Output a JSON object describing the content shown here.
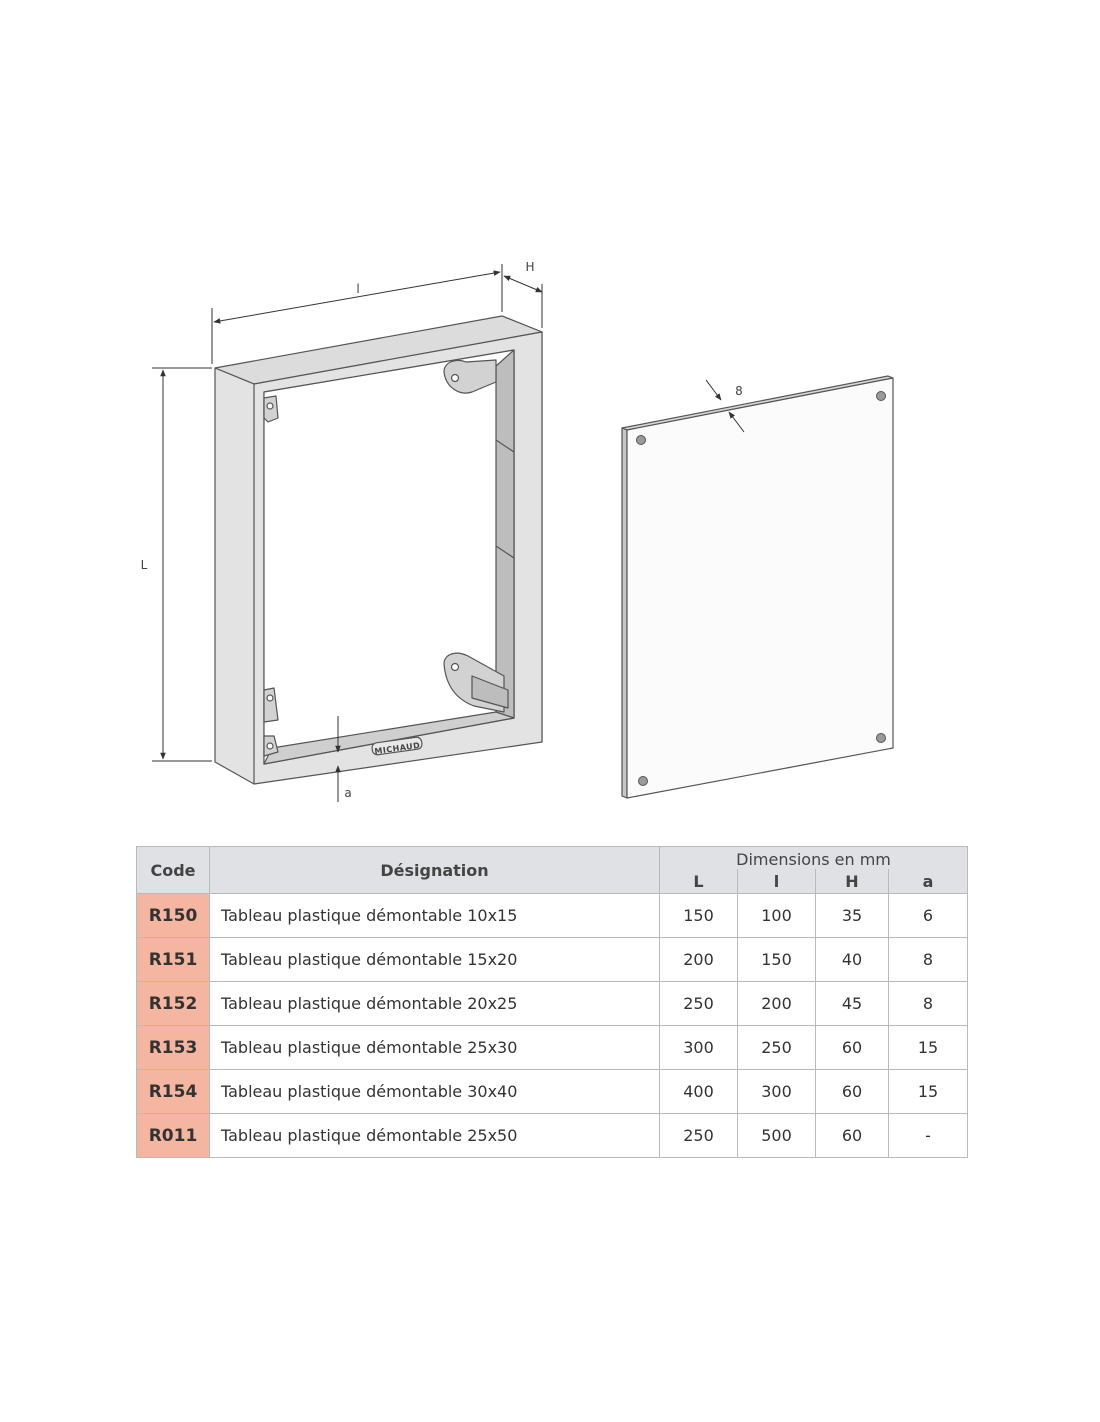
{
  "figure": {
    "frame_labels": {
      "width": "l",
      "depth": "H",
      "length": "L",
      "lip": "a"
    },
    "brand_mark": "MICHAUD",
    "panel_labels": {
      "thickness": "8"
    }
  },
  "table": {
    "headers": {
      "code": "Code",
      "designation": "Désignation",
      "dimensions": "Dimensions en mm",
      "L": "L",
      "l": "l",
      "H": "H",
      "a": "a"
    },
    "rows": [
      {
        "code": "R150",
        "designation": "Tableau plastique démontable 10x15",
        "L": "150",
        "l": "100",
        "H": "35",
        "a": "6"
      },
      {
        "code": "R151",
        "designation": "Tableau plastique démontable 15x20",
        "L": "200",
        "l": "150",
        "H": "40",
        "a": "8"
      },
      {
        "code": "R152",
        "designation": "Tableau plastique démontable 20x25",
        "L": "250",
        "l": "200",
        "H": "45",
        "a": "8"
      },
      {
        "code": "R153",
        "designation": "Tableau plastique démontable 25x30",
        "L": "300",
        "l": "250",
        "H": "60",
        "a": "15"
      },
      {
        "code": "R154",
        "designation": "Tableau plastique démontable 30x40",
        "L": "400",
        "l": "300",
        "H": "60",
        "a": "15"
      },
      {
        "code": "R011",
        "designation": "Tableau plastique démontable 25x50",
        "L": "250",
        "l": "500",
        "H": "60",
        "a": "-"
      }
    ]
  }
}
